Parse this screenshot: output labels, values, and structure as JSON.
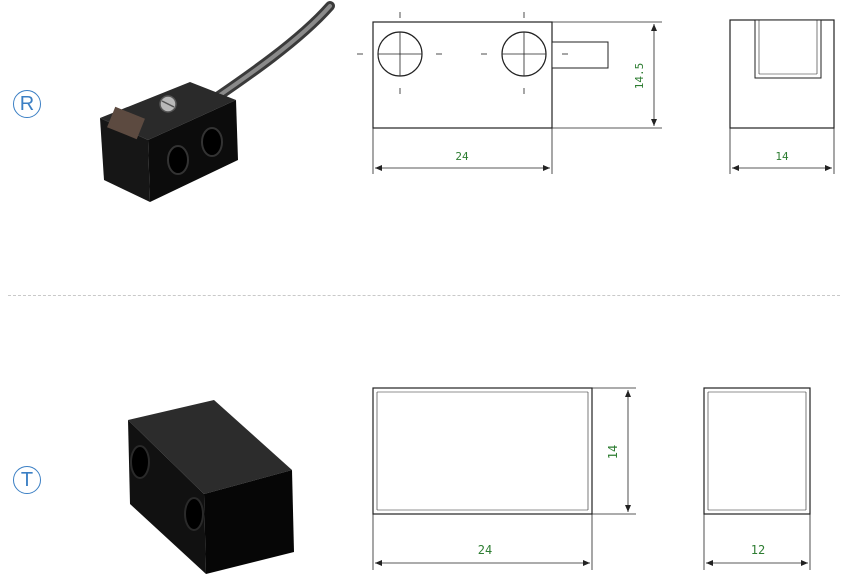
{
  "variants": [
    {
      "label": "R",
      "dims": {
        "front_width": "24",
        "front_height": "14.5",
        "side_width": "14"
      }
    },
    {
      "label": "T",
      "dims": {
        "front_width": "24",
        "front_height": "14",
        "side_width": "12"
      }
    }
  ],
  "colors": {
    "label_accent": "#3b7fc4",
    "dimension_text": "#2e7d32",
    "drawing_line": "#222222",
    "separator": "#c9c9c9",
    "body_black": "#0c0c0c"
  },
  "icons": {
    "product_r": "sensor-with-cable-photo",
    "product_t": "black-block-photo"
  }
}
